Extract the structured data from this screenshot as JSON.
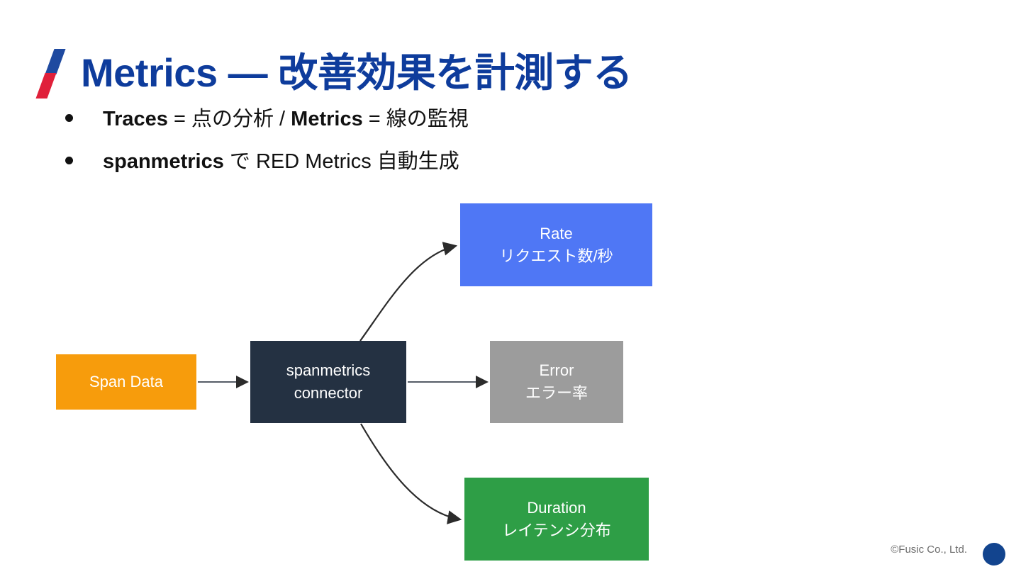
{
  "slide": {
    "title": "Metrics — 改善効果を計測する",
    "logo_icon": "fusic-slash-logo-icon",
    "logo_colors": {
      "top": "#1f4aa0",
      "bottom": "#e0203a"
    },
    "title_color": "#0e3c9c",
    "background": "#ffffff"
  },
  "bullets": [
    {
      "marker": "●",
      "segments": [
        {
          "text": "Traces",
          "bold": true
        },
        {
          "text": " = 点の分析 / ",
          "bold": false
        },
        {
          "text": "Metrics",
          "bold": true
        },
        {
          "text": " = 線の監視",
          "bold": false
        }
      ],
      "plain": "Traces = 点の分析 / Metrics = 線の監視"
    },
    {
      "marker": "●",
      "segments": [
        {
          "text": "spanmetrics",
          "bold": true
        },
        {
          "text": " で RED Metrics 自動生成",
          "bold": false
        }
      ],
      "plain": "spanmetrics で RED Metrics 自動生成"
    }
  ],
  "diagram": {
    "nodes": {
      "span_data": {
        "line1": "Span Data",
        "line2": "",
        "color": "#f79c0c"
      },
      "connector": {
        "line1": "spanmetrics",
        "line2": "connector",
        "color": "#243142"
      },
      "rate": {
        "line1": "Rate",
        "line2": "リクエスト数/秒",
        "color": "#4f77f5"
      },
      "error": {
        "line1": "Error",
        "line2": "エラー率",
        "color": "#9c9c9c"
      },
      "duration": {
        "line1": "Duration",
        "line2": "レイテンシ分布",
        "color": "#2e9e46"
      }
    },
    "edges": [
      {
        "from": "span_data",
        "to": "connector",
        "style": "straight-arrow"
      },
      {
        "from": "connector",
        "to": "rate",
        "style": "curved-arrow-up"
      },
      {
        "from": "connector",
        "to": "error",
        "style": "straight-arrow"
      },
      {
        "from": "connector",
        "to": "duration",
        "style": "curved-arrow-down"
      }
    ],
    "edge_color": "#2b2b2b"
  },
  "footer": {
    "copyright": "©Fusic Co., Ltd.",
    "dot_color": "#12448e"
  }
}
